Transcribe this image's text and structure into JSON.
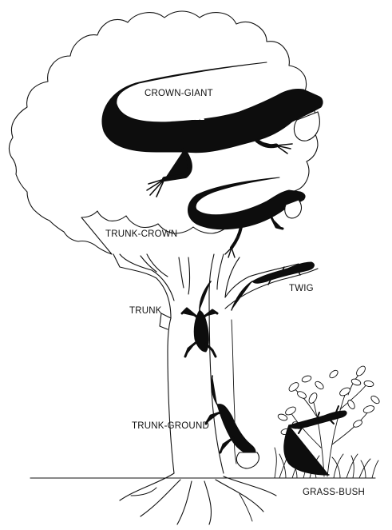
{
  "labels": {
    "crown_giant": "CROWN-GIANT",
    "trunk_crown": "TRUNK-CROWN",
    "twig": "TWIG",
    "trunk": "TRUNK",
    "trunk_ground": "TRUNK-GROUND",
    "grass_bush": "GRASS-BUSH"
  },
  "colors": {
    "ink": "#111111",
    "lizard": "#0d0d0d",
    "paper": "#ffffff"
  }
}
